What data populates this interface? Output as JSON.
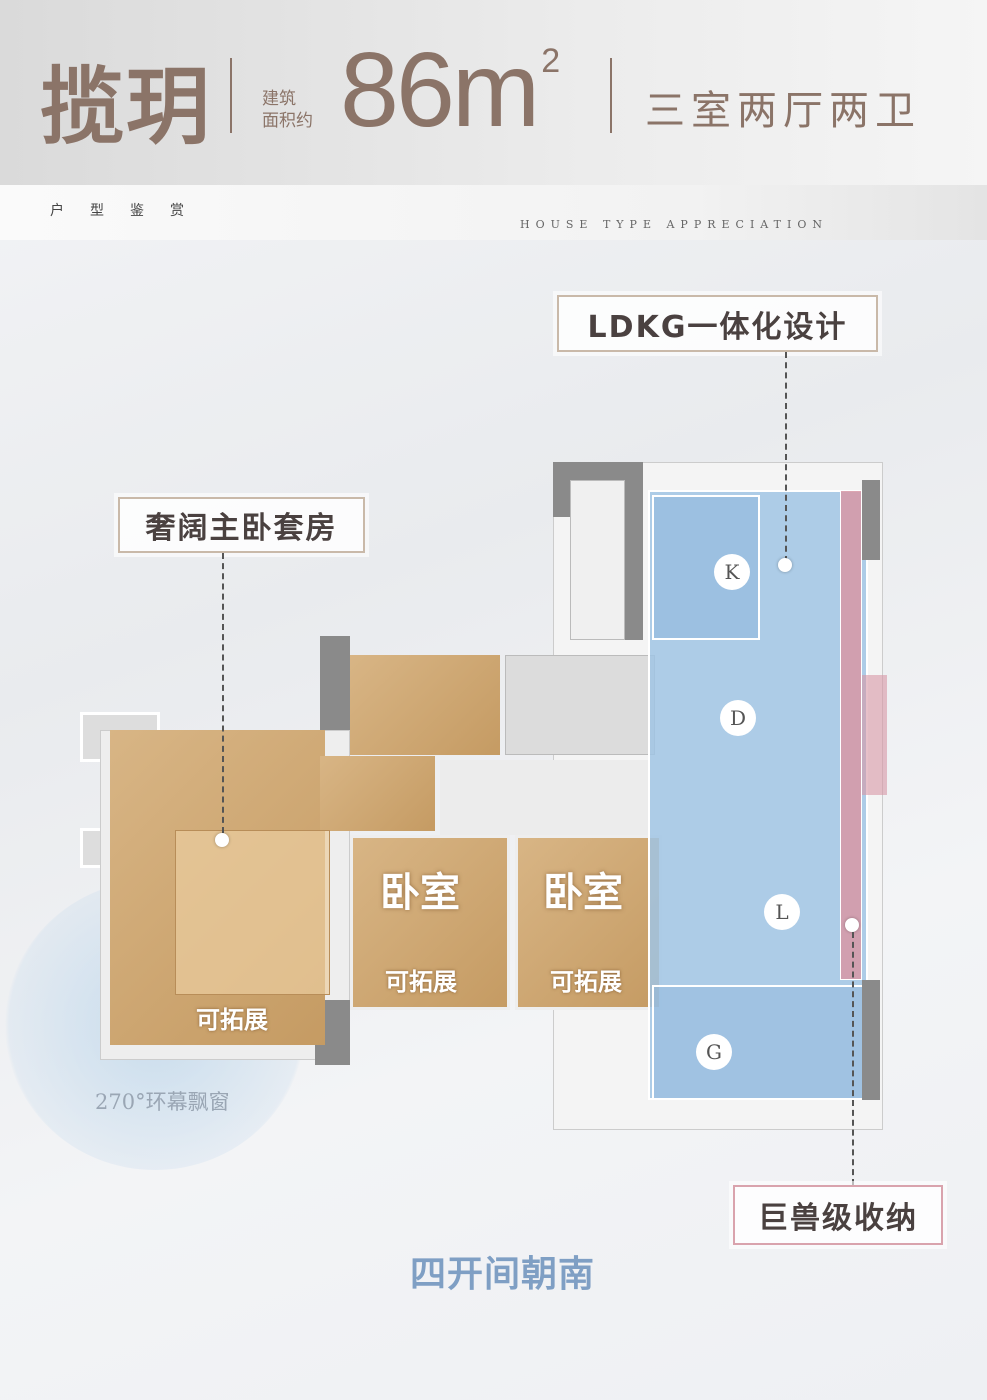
{
  "header": {
    "project_name": "揽玥",
    "area_label_line1": "建筑",
    "area_label_line2": "面积约",
    "area_value": "86m",
    "area_unit_sup": "2",
    "layout": "三室两厅两卫"
  },
  "subheader": {
    "cn": "户型鉴赏",
    "en": "HOUSE TYPE APPRECIATION"
  },
  "callouts": {
    "ldkg": "LDKG一体化设计",
    "master": "奢阔主卧套房",
    "storage": "巨兽级收纳"
  },
  "rooms": {
    "k": "K",
    "d": "D",
    "l": "L",
    "g": "G",
    "bedroom": "卧室",
    "expandable": "可拓展"
  },
  "annotations": {
    "window": "270°环幕飘窗",
    "south": "四开间朝南"
  },
  "colors": {
    "brand": "#8b7468",
    "ldkg_blue": "#a9c8e4",
    "storage_pink": "#d9a3ad",
    "wood": "#c9a06a"
  }
}
